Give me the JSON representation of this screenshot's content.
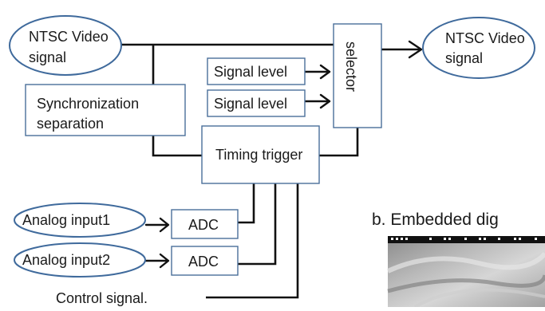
{
  "blocks": {
    "ntsc_in_line1": "NTSC Video",
    "ntsc_in_line2": "signal",
    "ntsc_out_line1": "NTSC Video",
    "ntsc_out_line2": "signal",
    "selector": "selector",
    "signal_level_1": "Signal level",
    "signal_level_2": "Signal level",
    "sync_line1": "Synchronization",
    "sync_line2": "separation",
    "timing_trigger": "Timing trigger",
    "analog_input1": "Analog input1",
    "analog_input2": "Analog input2",
    "adc_1": "ADC",
    "adc_2": "ADC",
    "control_signal": "Control signal."
  },
  "caption": "b.  Embedded dig",
  "colors": {
    "box_border": "#4a6f9a",
    "oval_border": "#3f6a9c",
    "wire": "#111111"
  }
}
